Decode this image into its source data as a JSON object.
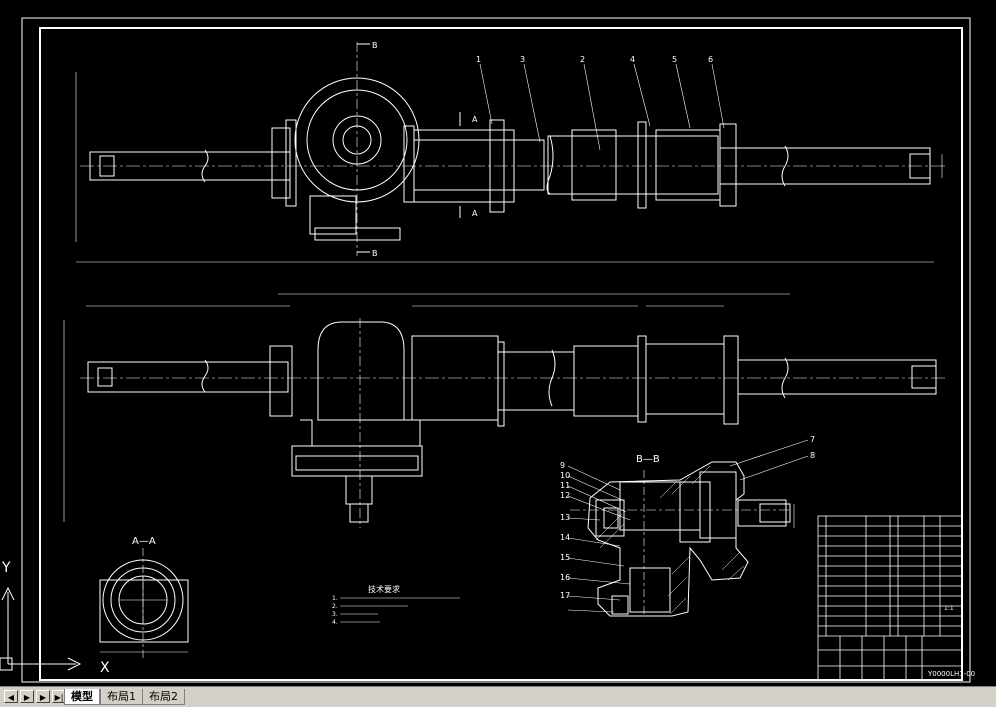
{
  "drawing": {
    "section_labels": {
      "bb_title": "B—B",
      "aa_title": "A—A",
      "b_mark": "B",
      "a_mark": "A"
    },
    "notes_title": "技术要求",
    "notes": [
      "1.",
      "2.",
      "3.",
      "4."
    ],
    "balloons_top": [
      "1",
      "3",
      "2",
      "4",
      "5",
      "6"
    ],
    "balloons_section": [
      "9",
      "10",
      "11",
      "12",
      "13",
      "14",
      "15",
      "16",
      "17",
      "7",
      "8"
    ],
    "title_block": {
      "drawing_no": "Y0000LH1-00",
      "scale": "1:1"
    },
    "ucs_labels": {
      "x": "X",
      "y": "Y"
    }
  },
  "tabs": [
    {
      "label": "模型",
      "active": true
    },
    {
      "label": "布局1",
      "active": false
    },
    {
      "label": "布局2",
      "active": false
    }
  ],
  "nav_buttons": [
    "◀",
    "▶",
    "▶",
    "▶|"
  ],
  "colors": {
    "background": "#000000",
    "lines": "#ffffff",
    "ui": "#d4d0c8"
  }
}
